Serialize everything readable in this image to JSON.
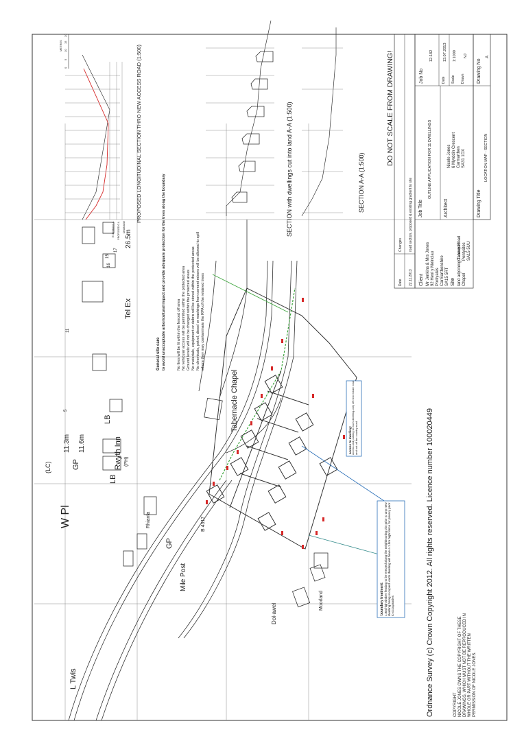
{
  "map": {
    "road_labels": {
      "l_twis": "L Twis",
      "w_pl": "W Pl",
      "gp1": "GP",
      "gp2": "GP",
      "lb1": "LB",
      "lb2": "LB",
      "tel_ex": "Tel Ex",
      "lc": "(LC)",
      "b_road": "B 4317"
    },
    "levels": {
      "l113": "11.3m",
      "l116": "11.6m",
      "l265": "26.5m"
    },
    "place_names": {
      "rhianfa": "Rhianfa",
      "mile_post": "Mile Post",
      "dol_awel": "Dol-awel",
      "moorland": "Moorland",
      "rwyth_inn": "Rwyth Inn",
      "ph": "(PH)",
      "tabernacle": "Tabernacle Chapel"
    },
    "house_numbers": {
      "n11": "11",
      "n15": "15",
      "n16": "16",
      "n17": "17",
      "n5": "5"
    }
  },
  "notes": {
    "site_care_title": "General site care",
    "site_care_subtitle": "to avoid unacceptable arboricultural impact and provide adequate protection for the trees along the boundary",
    "site_care_lines": [
      "No fires will be lit within the fenced off area",
      "No vehicular access will be permitted within the protected area",
      "Ground levels will not be changed within the protected areas",
      "No materials, equipment or debris will be stored within the protected areas",
      "No chemicals, petrol, diesel or washings from cement mixers will be allowed to spill",
      "where they may contaminate the RPA of the retained trees"
    ],
    "access_title": "access to dwelling:",
    "access_body": "access and parking to each dwelling-only off new estate road and not off the country road",
    "boundary_title": "boundary treatment:",
    "boundary_body": "1.8m high timber fencing to be erected along the neighbouring plot prior to any new dwelling being occupied. each dwelling will have a 1.8m high fence for privacy prior to occupancies"
  },
  "sections": {
    "longitudinal_title": "PROPOSED LONGITUDINAL SECTION THRO NEW ACCESS ROAD (1:500)",
    "dwellings_title": "SECTION with dwellings cut into land A-A (1:500)",
    "aa_title": "SECTION A-A (1:500)",
    "metres": "METRES",
    "scale_ticks": [
      "0",
      "5",
      "10",
      "15",
      "20"
    ],
    "row_existing": "EXISTING G.L.",
    "row_proposed": "PROPOSED G.L.",
    "row_chainage": "CHAINAGE"
  },
  "warning": "DO NOT SCALE FROM DRAWING!",
  "copyright_line": "Ordnance Survey (c) Crown Copyright 2012. All rights reserved. Licence number 100020449",
  "copyright_notice": [
    "COPYRIGHT",
    "NICOLE JONES OWNS THE COPYRIGHT OF THESE",
    "DRAWINGS, WHICH MUST NOT BE REPRODUCED IN",
    "WHOLE OR PART WITHOUT THE WRITTEN",
    "PERMISSION OF NICOLE JONES."
  ],
  "title_block": {
    "date_label": "Date",
    "date_value": "22.11.2013",
    "changes_label": "Changes",
    "changes_value": "road section, proposed & existing gradient to site",
    "client_label": "Client",
    "client_lines": [
      "Mr Jenkins & Mrs Jones",
      "92 Heol y Meinciau",
      "Pontyates",
      "Carmarthenshire",
      "SA15 5RT"
    ],
    "site_label": "Site",
    "site_lines": [
      "land adjoining Tabernacl",
      "Chapel",
      "Carway Road",
      "Pontyates",
      "SA15 5UU"
    ],
    "job_title_label": "Job Title",
    "job_title_value": "OUTLINE APPLICATION FOR 11 DWELLINGS",
    "architect_label": "Architect",
    "architect_lines": [
      "Nicole Jones",
      "6 Myrddin Crescent",
      "Carmarthen",
      "SA31 1DX"
    ],
    "drawing_title_label": "Drawing Title",
    "drawing_title_value": "LOCATION MAP - SECTION",
    "job_no_label": "Job No",
    "job_no_value": "12-182",
    "date2_label": "Date",
    "date2_value": "13.07.2013",
    "scale_label": "Scale",
    "scale_value": "1:1000",
    "drawn_label": "Drawn",
    "drawn_value": "NJ",
    "drawing_no_label": "Drawing No",
    "drawing_no_value": "A"
  },
  "colors": {
    "line": "#333333",
    "red": "#d62828",
    "green": "#3aa33a",
    "blue": "#2a6fb8",
    "teal": "#3a8f8f"
  }
}
